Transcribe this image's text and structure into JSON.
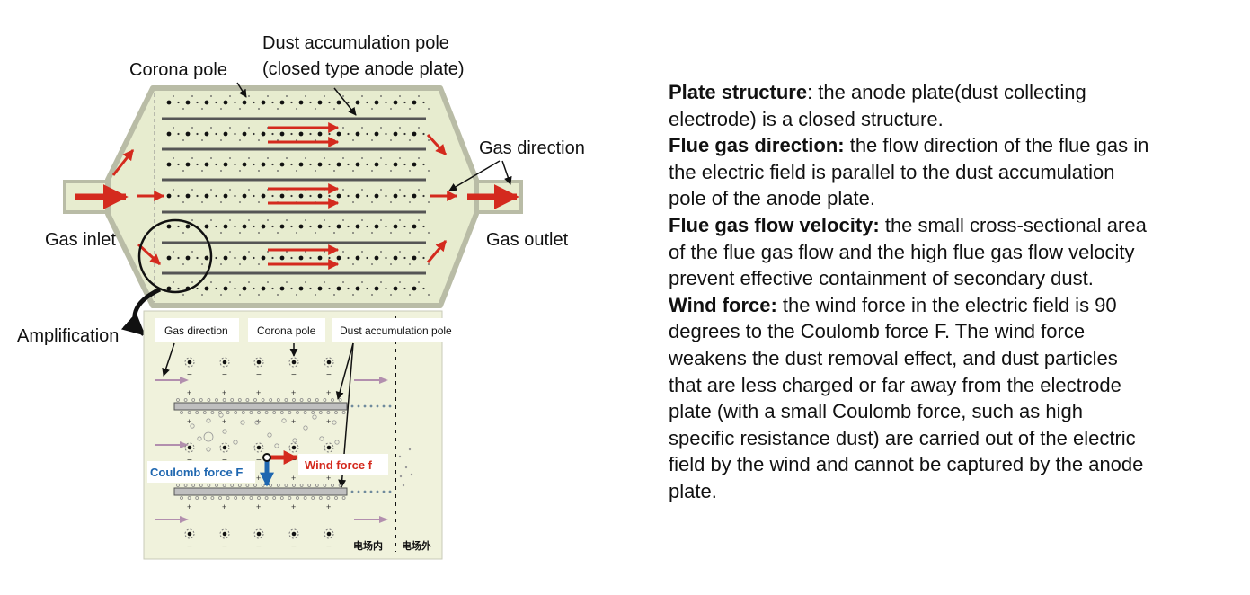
{
  "labels": {
    "dust_pole_1": "Dust accumulation pole",
    "dust_pole_2": "(closed type anode plate)",
    "corona_pole": "Corona pole",
    "gas_direction": "Gas direction",
    "gas_inlet": "Gas inlet",
    "gas_outlet": "Gas outlet",
    "amplification": "Amplification"
  },
  "detail": {
    "gas_direction": "Gas direction",
    "corona_pole": "Corona pole",
    "dust_pole": "Dust accumulation pole",
    "coulomb": "Coulomb force F",
    "wind": "Wind force f",
    "inside": "电场内",
    "outside": "电场外"
  },
  "colors": {
    "housing": "#e7eccf",
    "housing_stroke": "#b9bca6",
    "detail_bg": "#f0f2dc",
    "plate": "#555555",
    "arrow_red": "#d42a1e",
    "coulomb_blue": "#1f67b0",
    "wind_arrow_pink": "#b28fae"
  },
  "description": [
    {
      "heading": "Plate structure",
      "sep": ":",
      "text": " the anode plate(dust collecting electrode) is a closed structure."
    },
    {
      "heading": "Flue gas direction:",
      "sep": "",
      "text": " the flow direction of the flue gas in the electric field is parallel to the dust accumulation pole of the anode plate."
    },
    {
      "heading": "Flue gas flow velocity:",
      "sep": "",
      "text": " the small cross-sectional area of the flue gas flow and the high flue gas flow velocity prevent effective containment of secondary dust."
    },
    {
      "heading": "Wind force:",
      "sep": "",
      "text": " the wind force in the electric field is 90 degrees to the Coulomb force F. The wind force weakens the dust removal effect, and dust particles that are less charged or far away from the electrode plate (with a small Coulomb force, such as high specific resistance dust) are carried out of the electric field by the wind and cannot be captured by the anode plate."
    }
  ]
}
